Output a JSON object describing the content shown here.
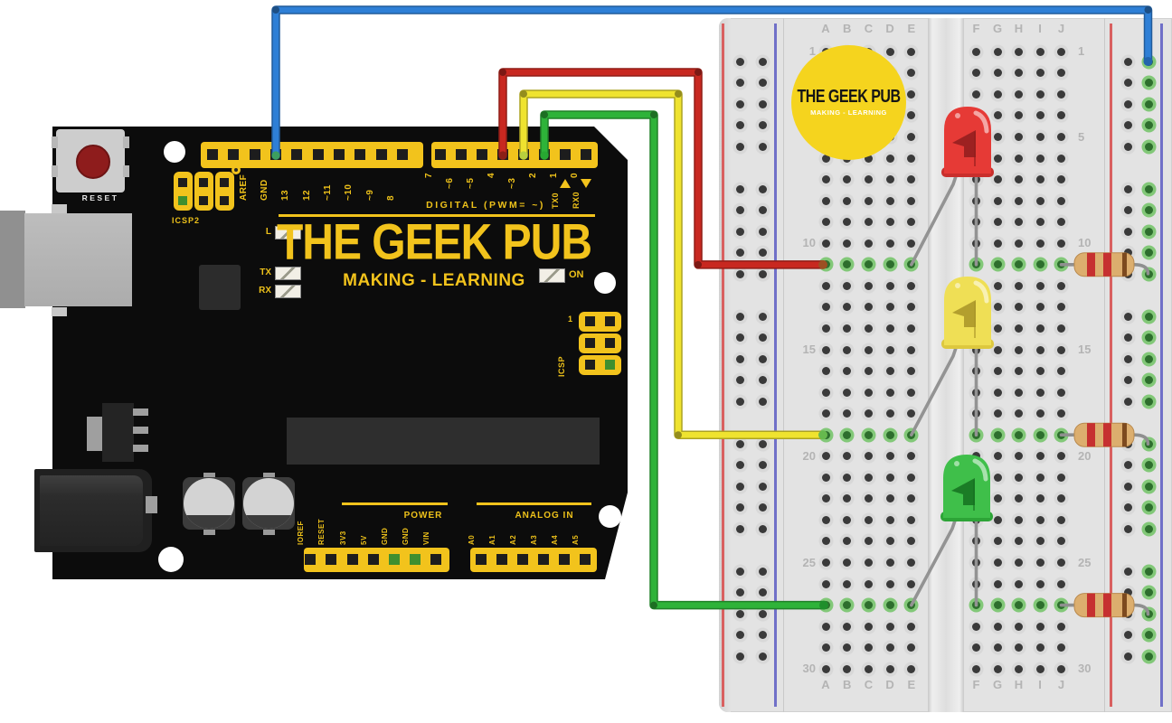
{
  "colors": {
    "board_yellow": "#f2c31c",
    "board_black": "#0c0c0c",
    "wire_blue": "#2e7fd6",
    "wire_red": "#c82820",
    "wire_yellow": "#efe32f",
    "wire_green": "#2eb339",
    "led_red": "#e63a36",
    "led_yellow": "#efdf55",
    "led_green": "#3fbf4a",
    "breadboard_body": "#e3e3e3",
    "rail_red": "#d96060",
    "rail_blue": "#7070c8",
    "highlight_green": "#7fc474",
    "logo_yellow": "#f5d41e",
    "resistor_tan": "#dcae6e"
  },
  "arduino": {
    "reset_label": "RESET",
    "icsp2_label": "ICSP2",
    "logo_title": "THE GEEK PUB",
    "logo_subtitle": "MAKING - LEARNING",
    "digital_caption": "DIGITAL (PWM= ~)",
    "top_pins": [
      "AREF",
      "GND",
      "13",
      "12",
      "~11",
      "~10",
      "~9",
      "8"
    ],
    "digital_pins": [
      "7",
      "~6",
      "~5",
      "4",
      "~3",
      "2",
      "1",
      "0"
    ],
    "tx_marker": "TX0",
    "rx_marker": "RX0",
    "led_l": "L",
    "led_tx": "TX",
    "led_rx": "RX",
    "led_on": "ON",
    "icsp_label": "ICSP",
    "icsp_pin1": "1",
    "power_caption": "POWER",
    "power_pins": [
      "IOREF",
      "RESET",
      "3V3",
      "5V",
      "GND",
      "GND",
      "VIN"
    ],
    "analog_caption": "ANALOG IN",
    "analog_pins": [
      "A0",
      "A1",
      "A2",
      "A3",
      "A4",
      "A5"
    ]
  },
  "breadboard": {
    "logo_title": "THE GEEK PUB",
    "logo_subtitle": "MAKING - LEARNING",
    "columns_left": [
      "A",
      "B",
      "C",
      "D",
      "E"
    ],
    "columns_right": [
      "F",
      "G",
      "H",
      "I",
      "J"
    ],
    "row_labels": [
      "1",
      "5",
      "10",
      "15",
      "20",
      "25",
      "30"
    ]
  },
  "circuit": {
    "wires": [
      {
        "name": "ground wire",
        "color": "blue",
        "from_pin": "GND",
        "to": "right negative rail row 1"
      },
      {
        "name": "red led signal",
        "color": "red",
        "from_pin": "4",
        "to": "breadboard A11"
      },
      {
        "name": "yellow led signal",
        "color": "yellow",
        "from_pin": "~3",
        "to": "breadboard A19"
      },
      {
        "name": "green led signal",
        "color": "green",
        "from_pin": "2",
        "to": "breadboard A27"
      }
    ],
    "leds": [
      {
        "color": "red",
        "legs": [
          "E11",
          "F11"
        ]
      },
      {
        "color": "yellow",
        "legs": [
          "E19",
          "F19"
        ]
      },
      {
        "color": "green",
        "legs": [
          "E27",
          "F27"
        ]
      }
    ],
    "resistors": [
      {
        "from": "J11",
        "to": "negative rail",
        "bands": [
          "red",
          "red",
          "brown"
        ]
      },
      {
        "from": "J19",
        "to": "negative rail",
        "bands": [
          "red",
          "red",
          "brown"
        ]
      },
      {
        "from": "J27",
        "to": "negative rail",
        "bands": [
          "red",
          "red",
          "brown"
        ]
      }
    ]
  }
}
